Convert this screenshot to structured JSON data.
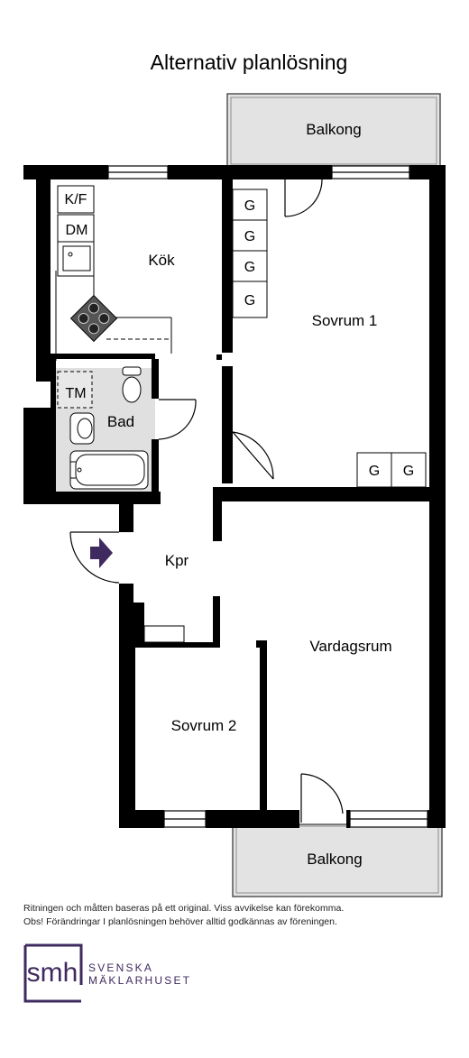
{
  "title": "Alternativ planlösning",
  "rooms": {
    "balkong_top": "Balkong",
    "kok": "Kök",
    "sovrum1": "Sovrum 1",
    "bad": "Bad",
    "kpr": "Kpr",
    "vardagsrum": "Vardagsrum",
    "sovrum2": "Sovrum 2",
    "balkong_bottom": "Balkong"
  },
  "fixtures": {
    "kf": "K/F",
    "dm": "DM",
    "tm": "TM",
    "wardrobe": "G"
  },
  "disclaimer": {
    "line1": "Ritningen och måtten baseras på ett original. Viss avvikelse kan förekomma.",
    "line2": "Obs! Förändringar I planlösningen behöver alltid godkännas av föreningen."
  },
  "brand": {
    "mark": "smh",
    "line1": "SVENSKA",
    "line2": "MÄKLARHUSET",
    "color": "#3f2a5f"
  },
  "colors": {
    "wall": "#000000",
    "balcony": "#e3e3e3",
    "bathroom": "#e0e0e0",
    "entrance_arrow": "#3f2a5f"
  }
}
